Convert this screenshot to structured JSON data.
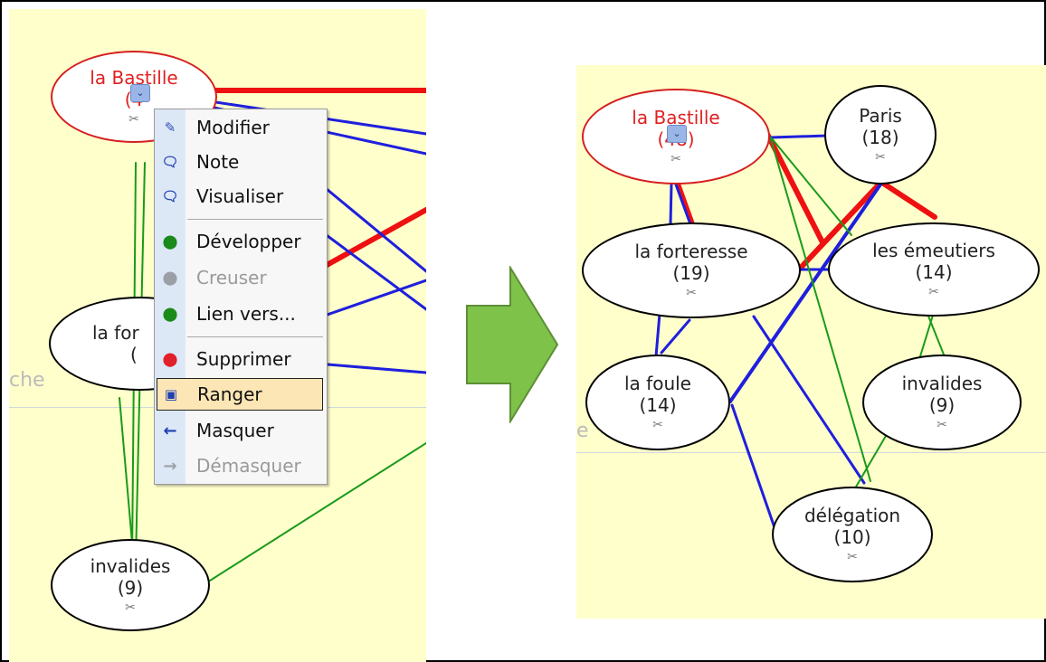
{
  "colors": {
    "background": "#ffffcc",
    "selected_border": "#d52020",
    "link_red": "#ee1111",
    "link_blue": "#1f1fdd",
    "link_green": "#1a9a1a",
    "arrow_fill": "#7ec24a",
    "menu_highlight": "#fde6b6"
  },
  "left_view": {
    "cut_label": "che",
    "nodes": {
      "bastille": {
        "name": "la Bastille",
        "count": "(4"
      },
      "forteresse": {
        "name": "la for",
        "count": "("
      },
      "invalides": {
        "name": "invalides",
        "count": "(9)"
      }
    },
    "context_menu": {
      "items": [
        {
          "label": "Modifier",
          "icon": "pencil-icon",
          "enabled": true
        },
        {
          "label": "Note",
          "icon": "speech-bubble-icon",
          "enabled": true
        },
        {
          "label": "Visualiser",
          "icon": "speech-bubble-icon",
          "enabled": true
        },
        {
          "label": "Développer",
          "icon": "plus-circle-icon",
          "enabled": true
        },
        {
          "label": "Creuser",
          "icon": "dig-icon",
          "enabled": false
        },
        {
          "label": "Lien vers...",
          "icon": "plus-circle-icon",
          "enabled": true
        },
        {
          "label": "Supprimer",
          "icon": "minus-circle-icon",
          "enabled": true
        },
        {
          "label": "Ranger",
          "icon": "arrange-icon",
          "enabled": true,
          "highlighted": true
        },
        {
          "label": "Masquer",
          "icon": "arrow-left-icon",
          "enabled": true
        },
        {
          "label": "Démasquer",
          "icon": "arrow-right-icon",
          "enabled": false
        }
      ]
    }
  },
  "right_view": {
    "cut_label": "e",
    "nodes": {
      "bastille": {
        "name": "la Bastille",
        "count": "(48)"
      },
      "paris": {
        "name": "Paris",
        "count": "(18)"
      },
      "forteresse": {
        "name": "la forteresse",
        "count": "(19)"
      },
      "emeutiers": {
        "name": "les émeutiers",
        "count": "(14)"
      },
      "foule": {
        "name": "la foule",
        "count": "(14)"
      },
      "invalides": {
        "name": "invalides",
        "count": "(9)"
      },
      "delegation": {
        "name": "délégation",
        "count": "(10)"
      }
    }
  },
  "transition_arrow": {
    "icon": "right-arrow-icon"
  }
}
